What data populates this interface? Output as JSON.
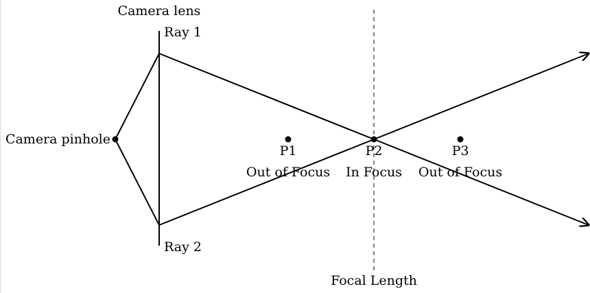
{
  "labels": {
    "camera_lens": "Camera lens",
    "camera_pinhole": "Camera pinhole",
    "ray1": "Ray 1",
    "ray2": "Ray 2",
    "focal_length": "Focal Length"
  },
  "points": [
    {
      "name": "P1",
      "status": "Out of Focus"
    },
    {
      "name": "P2",
      "status": "In Focus"
    },
    {
      "name": "P3",
      "status": "Out of Focus"
    }
  ],
  "colors": {
    "ink": "#000000",
    "dash": "#333333"
  }
}
